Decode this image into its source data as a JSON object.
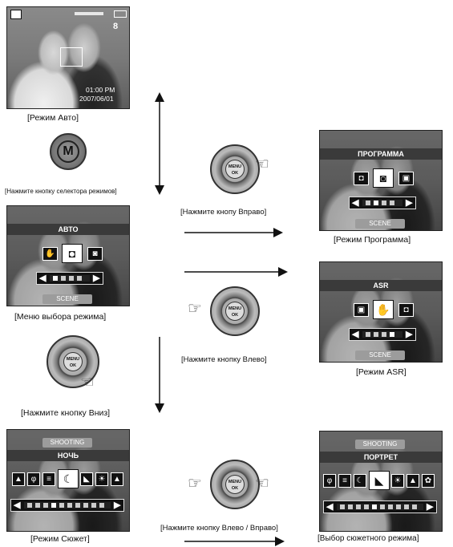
{
  "screens": {
    "auto_live": {
      "time": "01:00 PM",
      "date": "2007/06/01",
      "shots_left": "8",
      "caption": "[Режим Авто]"
    },
    "mode_menu": {
      "banner": "АВТО",
      "scene_tab": "SCENE",
      "caption": "[Меню выбора режима]"
    },
    "program": {
      "banner": "ПРОГРАММА",
      "scene_tab": "SCENE",
      "caption": "[Режим Программа]"
    },
    "asr": {
      "banner": "ASR",
      "scene_tab": "SCENE",
      "caption": "[Режим ASR]"
    },
    "scene": {
      "tab": "SHOOTING",
      "banner": "НОЧЬ",
      "caption": "[Режим Сюжет]"
    },
    "scene_select": {
      "tab": "SHOOTING",
      "banner": "ПОРТРЕТ",
      "caption": "[Выбор сюжетного режима]"
    }
  },
  "mode_button": {
    "letter": "M",
    "caption": "[Нажмите кнопку селектора режимов]"
  },
  "dial": {
    "center_line1": "MENU",
    "center_line2": "OK"
  },
  "steps": {
    "right": "[Нажмите кнопу Вправо]",
    "left": "[Нажмите кнопку Влево]",
    "down": "[Нажмите кнопку Вниз]",
    "left_right": "[Нажмите кнопку Влево / Вправо]"
  }
}
